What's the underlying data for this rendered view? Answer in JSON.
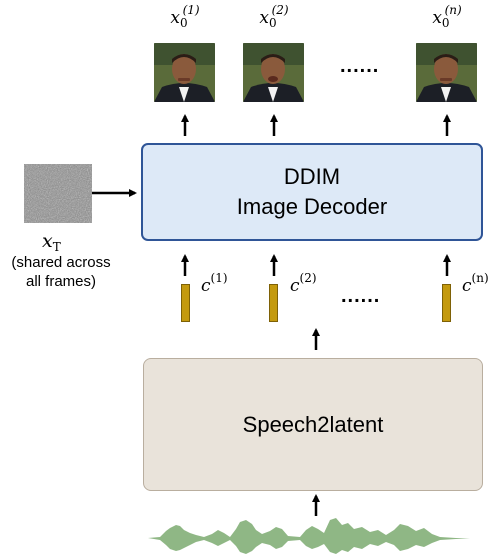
{
  "frames": [
    {
      "base": "x",
      "sub": "0",
      "sup": "(1)"
    },
    {
      "base": "x",
      "sub": "0",
      "sup": "(2)"
    },
    {
      "base": "x",
      "sub": "0",
      "sup": "(n)"
    }
  ],
  "ellipsis": "......",
  "decoder": {
    "line1": "DDIM",
    "line2": "Image Decoder"
  },
  "noise": {
    "base": "x",
    "sub": "T",
    "note_line1": "(shared across",
    "note_line2": "all frames)"
  },
  "latents": [
    {
      "base": "c",
      "sup": "(1)"
    },
    {
      "base": "c",
      "sup": "(2)"
    },
    {
      "base": "c",
      "sup": "(n)"
    }
  ],
  "encoder": {
    "label": "Speech2latent"
  },
  "colors": {
    "decoder_fill": "#dde9f7",
    "decoder_border": "#2f5597",
    "encoder_fill": "#e9e3da",
    "encoder_border": "#b9ae9f",
    "latent_bar": "#c49a0e",
    "waveform": "#8fb785"
  }
}
